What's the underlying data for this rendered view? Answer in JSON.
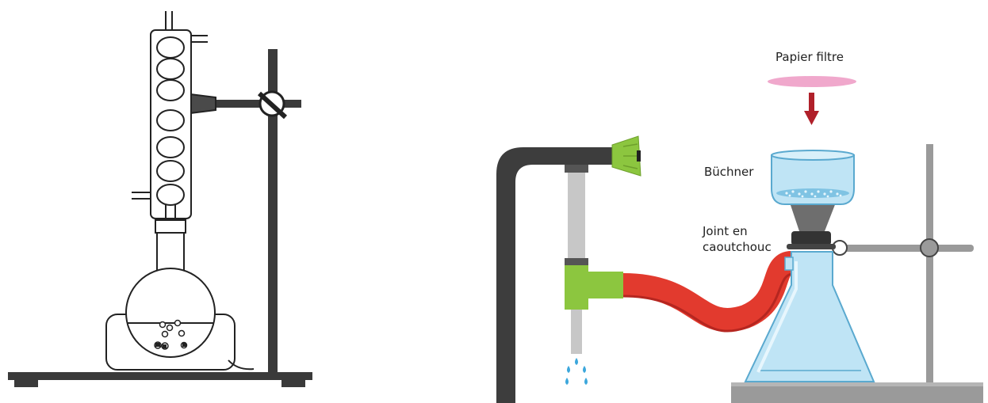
{
  "labels": {
    "papier_filtre": "Papier filtre",
    "buchner": "Büchner",
    "joint_line1": "Joint en",
    "joint_line2": "caoutchouc"
  },
  "colors": {
    "stand_dark": "#3a3a3a",
    "stand_grey": "#9a9a9a",
    "glass_blue": "#bfe4f5",
    "glass_edge": "#5aa9cf",
    "filter_pink": "#f0a8cc",
    "arrow_red": "#b0202a",
    "hose_red": "#e23a2e",
    "tap_green": "#8cc63f",
    "water_blue": "#3ca7dc"
  }
}
